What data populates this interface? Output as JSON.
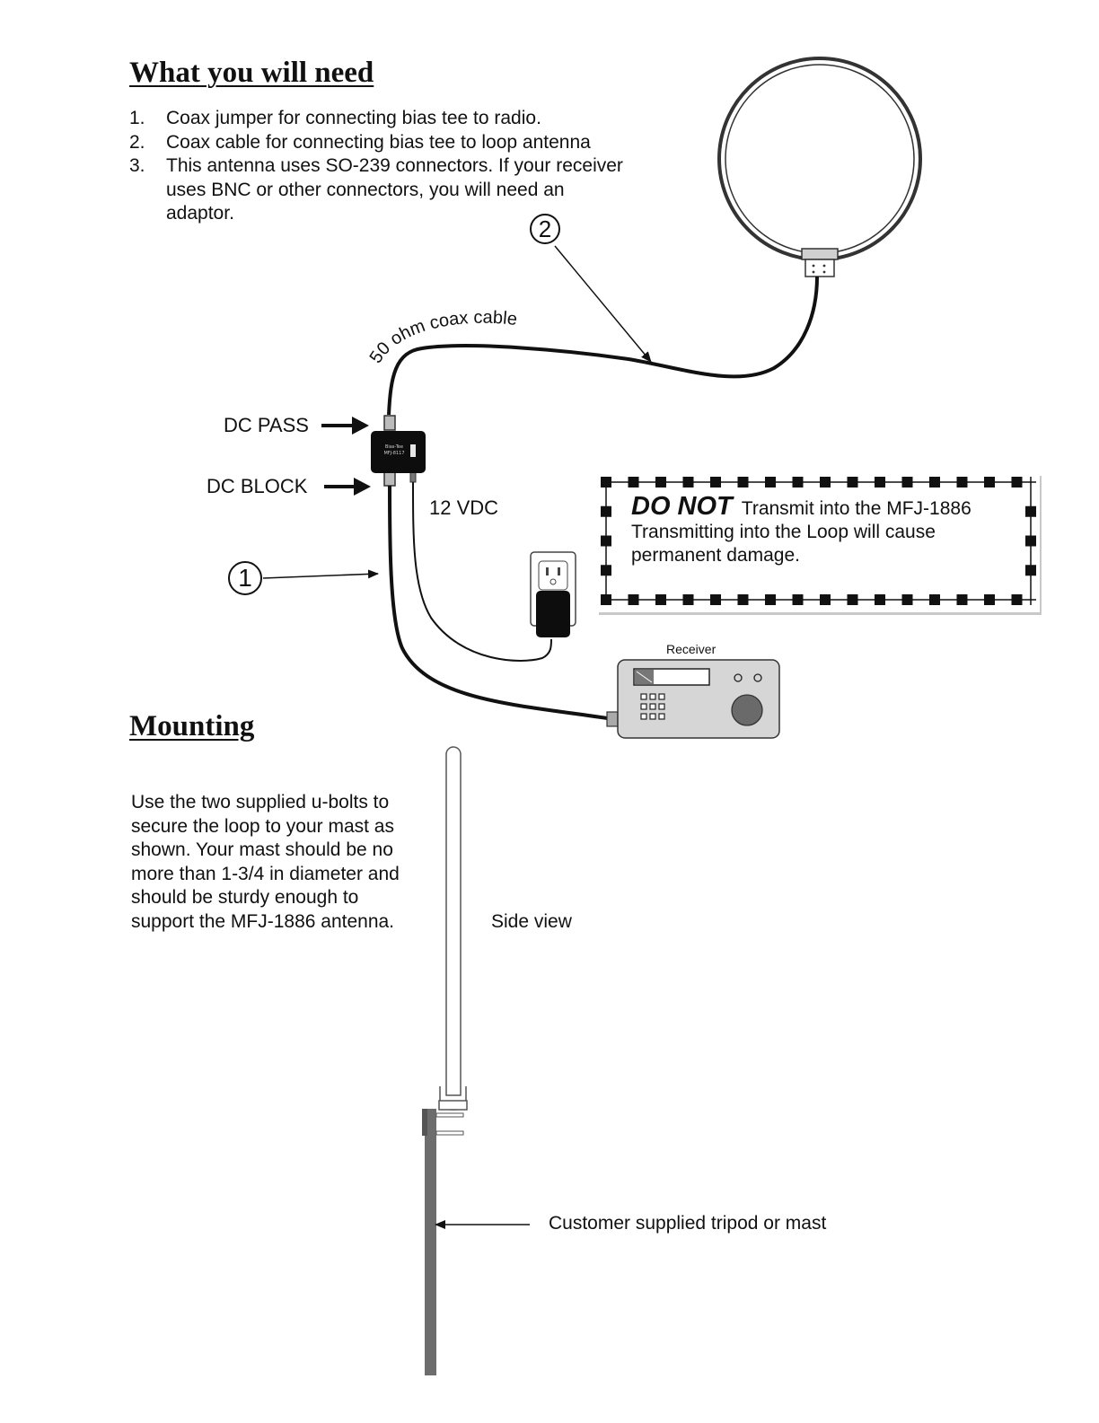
{
  "section_need": {
    "heading": "What you will need",
    "items": [
      {
        "number": "1.",
        "text": "Coax jumper for connecting bias tee to radio."
      },
      {
        "number": "2.",
        "text": "Coax cable for connecting bias tee to loop antenna"
      },
      {
        "number": "3.",
        "text": "This antenna uses SO-239 connectors. If your receiver uses BNC or other connectors, you will need an adaptor."
      }
    ]
  },
  "diagram": {
    "callout_2": "2",
    "callout_1": "1",
    "coax_label": "50 ohm coax cable",
    "dc_pass": "DC PASS",
    "dc_block": "DC BLOCK",
    "vdc_label": "12 VDC",
    "receiver_label": "Receiver",
    "bias_tee_brand": "Bias-Tee",
    "bias_tee_model": "MFJ-8117"
  },
  "warning": {
    "emphasis": "DO NOT",
    "line1": "Transmit into the MFJ-1886",
    "line2": "Transmitting into the Loop will cause",
    "line3": "permanent damage."
  },
  "section_mounting": {
    "heading": "Mounting",
    "text": "Use the two supplied u-bolts to secure the loop to your mast as shown. Your mast should be no more than 1-3/4 in diameter and should be sturdy enough to support the MFJ-1886 antenna.",
    "side_view": "Side view",
    "mast_label": "Customer supplied tripod or mast"
  }
}
